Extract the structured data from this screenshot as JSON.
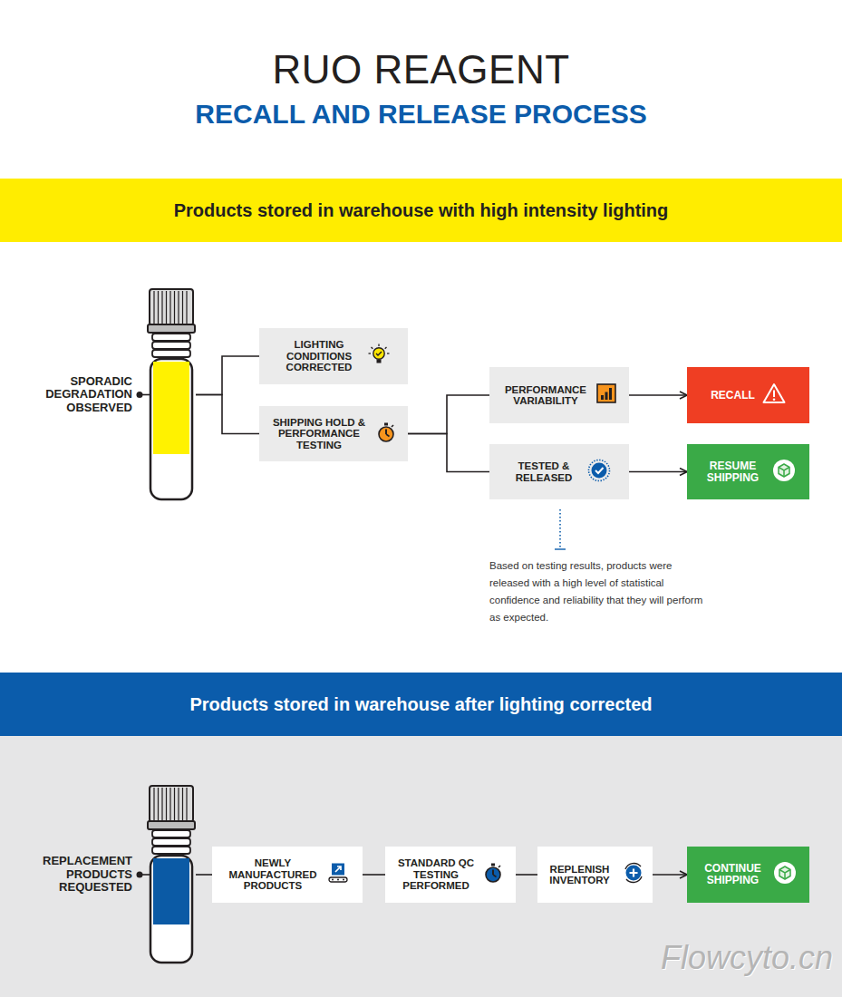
{
  "diagram": {
    "title": "RUO REAGENT",
    "nodes": [
      {
        "text": [
          "Products stored in warehouse with high intensity lighting"
        ]
      },
      {
        "text": [
          "SPORADIC DEGRADATION OBSERVED"
        ]
      },
      {
        "text": [
          "LIGHTING CONDITIONS CORRECTED"
        ]
      },
      {
        "text": [
          "SHIPPING HOLD & PERFORMANCE TESTING"
        ]
      },
      {
        "text": [
          "PERFORMANCE VARIABILITY"
        ]
      },
      {
        "text": [
          "RECALL"
        ]
      },
      {
        "text": [
          "TESTED & RELEASED"
        ]
      },
      {
        "text": [
          "RESUME SHIPPING"
        ]
      },
      {
        "text": [
          "Products stored in warehouse after lighting corrected"
        ]
      },
      {
        "text": [
          "REPLACEMENT PRODUCTS REQUESTED"
        ]
      },
      {
        "text": [
          "NEWLY MANUFACTURED PRODUCTS"
        ]
      },
      {
        "text": [
          "STANDARD QC TESTING PERFORMED"
        ]
      },
      {
        "text": [
          "REPLENISH INVENTORY"
        ]
      },
      {
        "text": [
          "CONTINUE SHIPPING"
        ]
      }
    ],
    "edges": [
      {
        "from": 1,
        "to": 2,
        "arrow": "none"
      },
      {
        "from": 1,
        "to": 3,
        "arrow": "none"
      },
      {
        "from": 3,
        "to": 4,
        "arrow": "none"
      },
      {
        "from": 3,
        "to": 6,
        "arrow": "none"
      },
      {
        "from": 4,
        "to": 5,
        "arrow": "to"
      },
      {
        "from": 6,
        "to": 7,
        "arrow": "to"
      },
      {
        "from": 9,
        "to": 10,
        "arrow": "none"
      },
      {
        "from": 10,
        "to": 11,
        "arrow": "none"
      },
      {
        "from": 11,
        "to": 12,
        "arrow": "none"
      },
      {
        "from": 12,
        "to": 13,
        "arrow": "to"
      }
    ],
    "labels": [
      "RECALL AND RELEASE PROCESS",
      "Based on testing results, products were released with a high level of statistical confidence and reliability that they will perform as expected.",
      "Flowcyto.cn"
    ]
  }
}
